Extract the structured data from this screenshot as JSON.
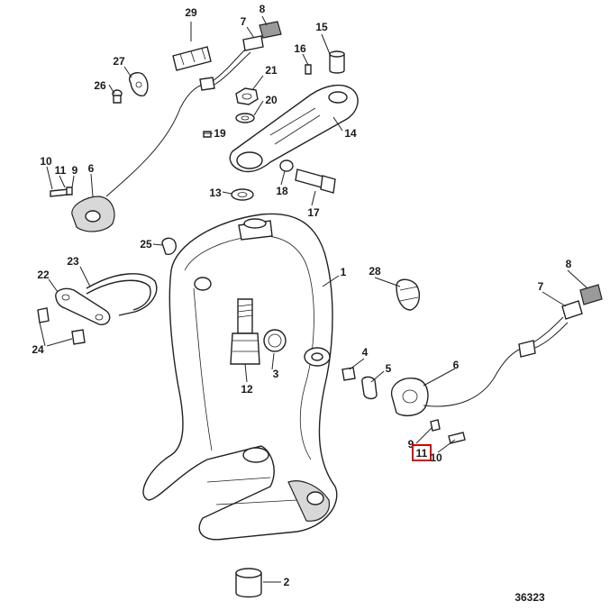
{
  "diagram_number": "36323",
  "highlighted_callout": "11",
  "highlight_color": "#d40000",
  "callouts": {
    "c29": "29",
    "c8a": "8",
    "c7a": "7",
    "c15": "15",
    "c16": "16",
    "c27": "27",
    "c26": "26",
    "c21": "21",
    "c20": "20",
    "c19": "19",
    "c14": "14",
    "c10a": "10",
    "c11a": "11",
    "c9a": "9",
    "c6a": "6",
    "c18": "18",
    "c17": "17",
    "c13": "13",
    "c25": "25",
    "c23": "23",
    "c22": "22",
    "c24": "24",
    "c1": "1",
    "c28": "28",
    "c8b": "8",
    "c7b": "7",
    "c12": "12",
    "c3": "3",
    "c4": "4",
    "c5": "5",
    "c6b": "6",
    "c9b": "9",
    "c11b": "11",
    "c10b": "10",
    "c2": "2"
  }
}
